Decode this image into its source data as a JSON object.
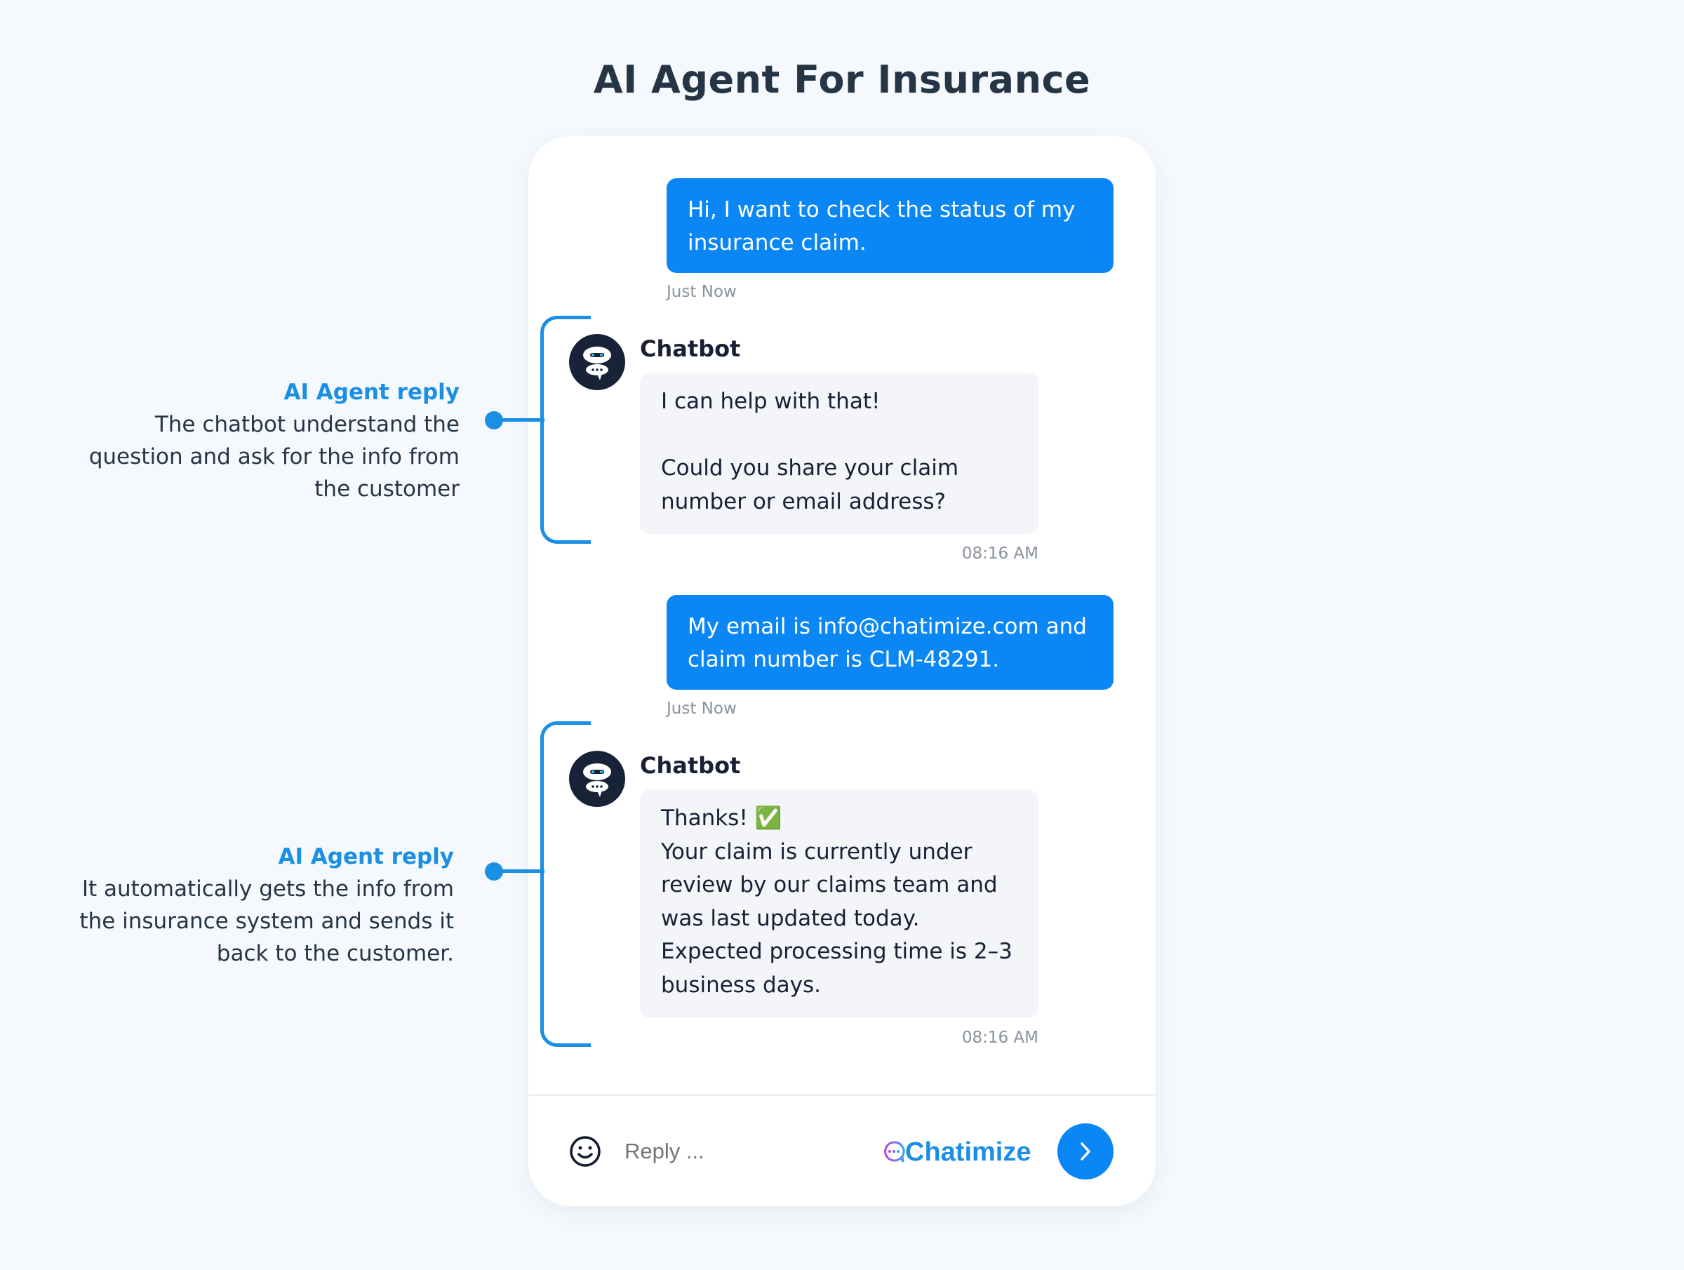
{
  "title": "AI Agent For Insurance",
  "messages": [
    {
      "from": "user",
      "text": "Hi, I want to check the status of my insurance claim.",
      "time": "Just Now"
    },
    {
      "from": "bot",
      "name": "Chatbot",
      "text": "I can help with that!\n\nCould you share your claim number or email address?",
      "time": "08:16 AM"
    },
    {
      "from": "user",
      "text": "My email is info@chatimize.com and claim number is CLM-48291.",
      "time": "Just Now"
    },
    {
      "from": "bot",
      "name": "Chatbot",
      "text": "Thanks! ✅\nYour claim is currently under review by our claims team and was last updated today.\nExpected processing time is 2–3 business days.",
      "time": "08:16 AM"
    }
  ],
  "annotations": [
    {
      "heading": "AI Agent reply",
      "text": "The chatbot understand the question and ask for the info from the customer"
    },
    {
      "heading": "AI Agent reply",
      "text": "It automatically gets the info from the insurance system and sends it back to the customer."
    }
  ],
  "composer": {
    "placeholder": "Reply ...",
    "brand": "Chatimize"
  },
  "colors": {
    "accent": "#0a86f5",
    "bracket": "#1a8fe3",
    "avatar": "#182338"
  }
}
